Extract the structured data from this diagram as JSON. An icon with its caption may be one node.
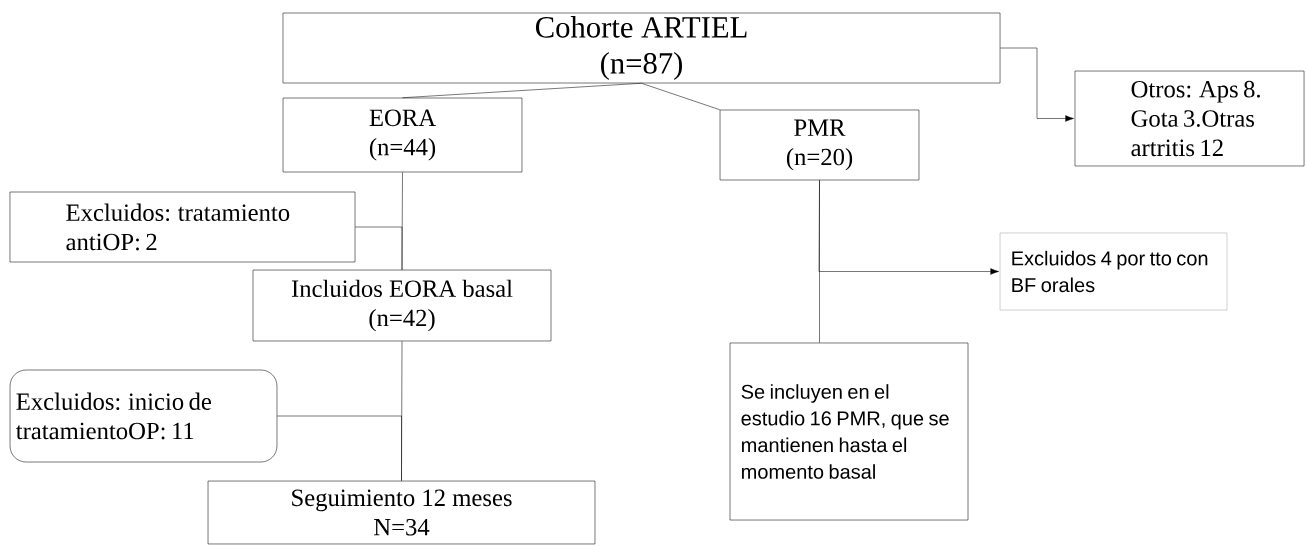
{
  "diagram": {
    "nodes": [
      {
        "text": [
          "Cohorte ARTIEL",
          "(n=87)"
        ]
      },
      {
        "text": [
          "Otros: Aps 8. Gota 3.Otras artritis 12"
        ]
      },
      {
        "text": [
          "EORA",
          "(n=44)"
        ]
      },
      {
        "text": [
          "PMR",
          "(n=20)"
        ]
      },
      {
        "text": [
          "Excluidos: tratamiento antiOP: 2"
        ]
      },
      {
        "text": [
          "Incluidos EORA basal",
          "(n=42)"
        ]
      },
      {
        "text": [
          "Excluidos 4 por tto con BF orales"
        ]
      },
      {
        "text": [
          "Se incluyen en el estudio 16 PMR, que se mantienen hasta el momento basal"
        ]
      },
      {
        "text": [
          "Excluidos: inicio de tratamientoOP: 11"
        ]
      },
      {
        "text": [
          "Seguimiento 12 meses",
          "N=34"
        ]
      }
    ],
    "edges": [
      {
        "from": 0,
        "to": 2,
        "arrow": "none"
      },
      {
        "from": 0,
        "to": 3,
        "arrow": "none"
      },
      {
        "from": 0,
        "to": 1,
        "arrow": "to"
      },
      {
        "from": 2,
        "to": 5,
        "arrow": "none"
      },
      {
        "from": 4,
        "to": 5,
        "arrow": "none"
      },
      {
        "from": 3,
        "to": 6,
        "arrow": "to"
      },
      {
        "from": 3,
        "to": 7,
        "arrow": "none"
      },
      {
        "from": 5,
        "to": 9,
        "arrow": "none"
      },
      {
        "from": 8,
        "to": 9,
        "arrow": "none"
      }
    ]
  }
}
